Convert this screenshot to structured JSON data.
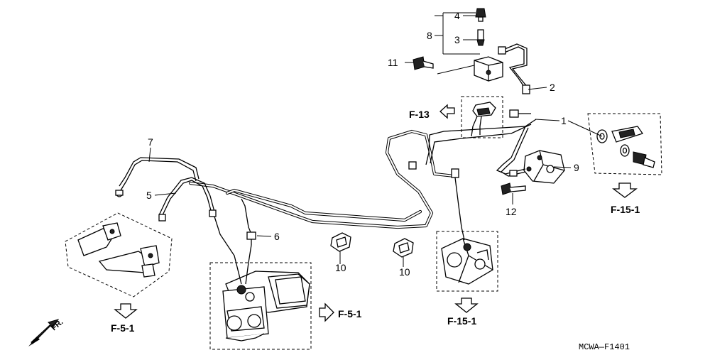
{
  "callouts": [
    {
      "id": "c1",
      "text": "1"
    },
    {
      "id": "c2",
      "text": "2"
    },
    {
      "id": "c3",
      "text": "3"
    },
    {
      "id": "c4",
      "text": "4"
    },
    {
      "id": "c5",
      "text": "5"
    },
    {
      "id": "c6",
      "text": "6"
    },
    {
      "id": "c7",
      "text": "7"
    },
    {
      "id": "c8",
      "text": "8"
    },
    {
      "id": "c9",
      "text": "9"
    },
    {
      "id": "c10a",
      "text": "10"
    },
    {
      "id": "c10b",
      "text": "10"
    },
    {
      "id": "c11",
      "text": "11"
    },
    {
      "id": "c12",
      "text": "12"
    }
  ],
  "references": {
    "f13": "F-13",
    "f151_right": "F-15-1",
    "f151_bottom": "F-15-1",
    "f51_left": "F-5-1",
    "f51_center": "F-5-1"
  },
  "front_marker": "FR.",
  "diagram_code": "MCWA—F1401",
  "icons": [
    "front-arrow-icon",
    "reference-arrow-icon"
  ]
}
